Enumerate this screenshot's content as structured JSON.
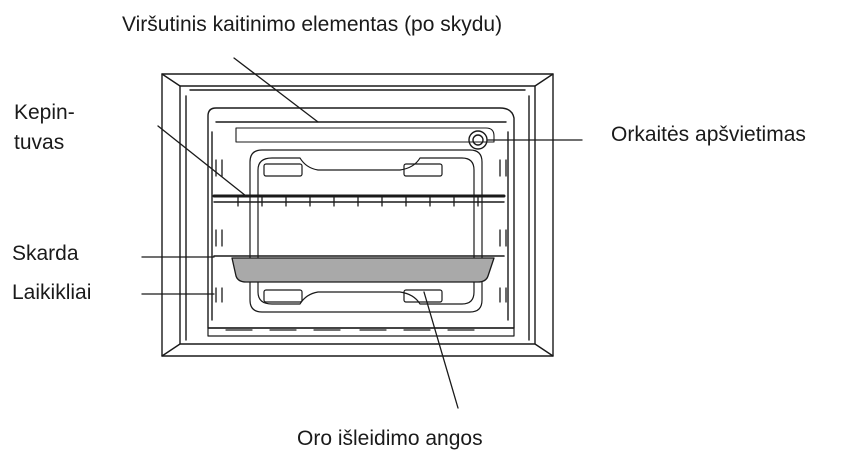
{
  "labels": {
    "top_heater": "Viršutinis kaitinimo elementas (po skydu)",
    "rack_line1": "Kepin-",
    "rack_line2": "tuvas",
    "oven_light": "Orkaitės apšvietimas",
    "tray": "Skarda",
    "holders": "Laikikliai",
    "vents": "Oro išleidimo angos"
  },
  "colors": {
    "line": "#1a1a1a",
    "tray_fill": "#a9a9a9",
    "background": "#ffffff"
  }
}
